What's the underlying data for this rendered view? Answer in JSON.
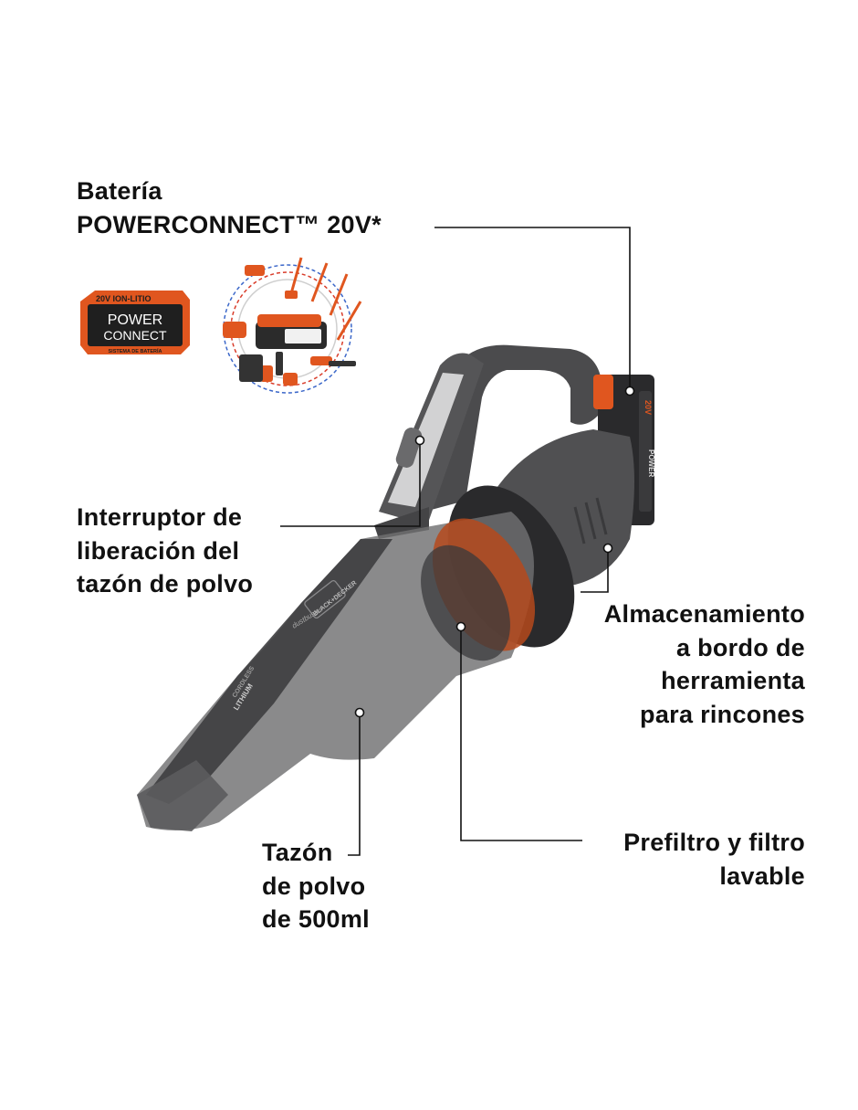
{
  "callouts": {
    "battery": {
      "lines": [
        "Batería",
        "POWERCONNECT™ 20V*"
      ]
    },
    "release": {
      "lines": [
        "Interruptor de",
        "liberación del",
        "tazón de polvo"
      ]
    },
    "storage": {
      "lines": [
        "Almacenamiento",
        "a bordo de",
        "herramienta",
        "para rincones"
      ]
    },
    "bowl": {
      "lines": [
        "Tazón",
        "de polvo",
        "de 500ml"
      ]
    },
    "filter": {
      "lines": [
        "Prefiltro y filtro",
        "lavable"
      ]
    }
  },
  "badge": {
    "top": "20V ION-LITIO",
    "line1": "POWER",
    "line2": "CONNECT",
    "bottom": "SISTEMA DE BATERÍA"
  },
  "product": {
    "brand": "BLACK+DECKER",
    "model": "dustbuster",
    "side_text": [
      "CORDLESS",
      "LITHIUM"
    ],
    "battery_text": "POWER",
    "battery_voltage": "20V"
  },
  "colors": {
    "accent": "#e0561f",
    "body": "#4b4b4d",
    "dark": "#2a2a2c",
    "text": "#111111"
  }
}
